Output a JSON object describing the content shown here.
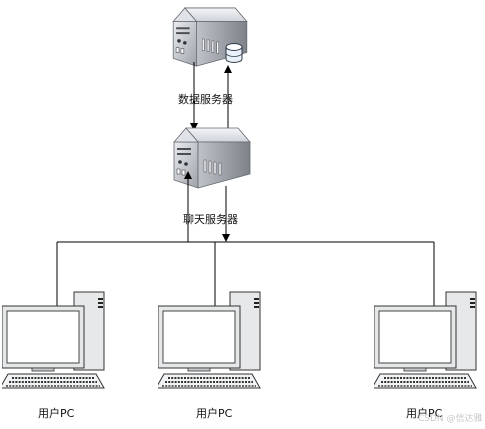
{
  "diagram": {
    "nodes": {
      "data_server": {
        "label": "数据服务器",
        "icon": "server-database-icon"
      },
      "chat_server": {
        "label": "聊天服务器",
        "icon": "server-icon"
      },
      "pcs": [
        {
          "label": "用户PC",
          "icon": "desktop-computer-icon"
        },
        {
          "label": "用户PC",
          "icon": "desktop-computer-icon"
        },
        {
          "label": "用户PC",
          "icon": "desktop-computer-icon"
        }
      ]
    },
    "edges": [
      {
        "from": "data_server",
        "to": "chat_server",
        "direction": "down"
      },
      {
        "from": "chat_server",
        "to": "data_server",
        "direction": "up"
      },
      {
        "from": "pcs",
        "to": "chat_server",
        "direction": "up"
      },
      {
        "from": "chat_server",
        "to": "pcs",
        "direction": "down"
      }
    ],
    "colors": {
      "line": "#000000",
      "server_light": "#eef0f3",
      "server_mid": "#c9cdd4",
      "server_dark": "#6f737a",
      "monitor_frame": "#e6e7e9",
      "screen": "#ffffff"
    }
  },
  "watermark": "CSDN @信达雅"
}
